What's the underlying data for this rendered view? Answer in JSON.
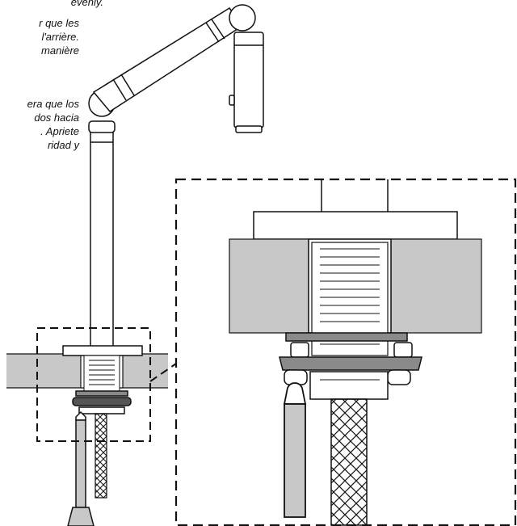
{
  "notes": {
    "top_fragment": "evenly.",
    "french_fragment": "r que les\nl'arrière.\nmanière",
    "spanish_fragment": "era que los\ndos hacia\n. Apriete\nridad y"
  },
  "colors": {
    "line": "#111111",
    "countertop": "#c8c8c8",
    "washer": "#8a8a8a",
    "background": "#ffffff"
  },
  "icons": [
    "faucet-spout",
    "mounting-shank",
    "locking-nut",
    "screwdriver",
    "braided-hose",
    "detail-callout-frame"
  ]
}
